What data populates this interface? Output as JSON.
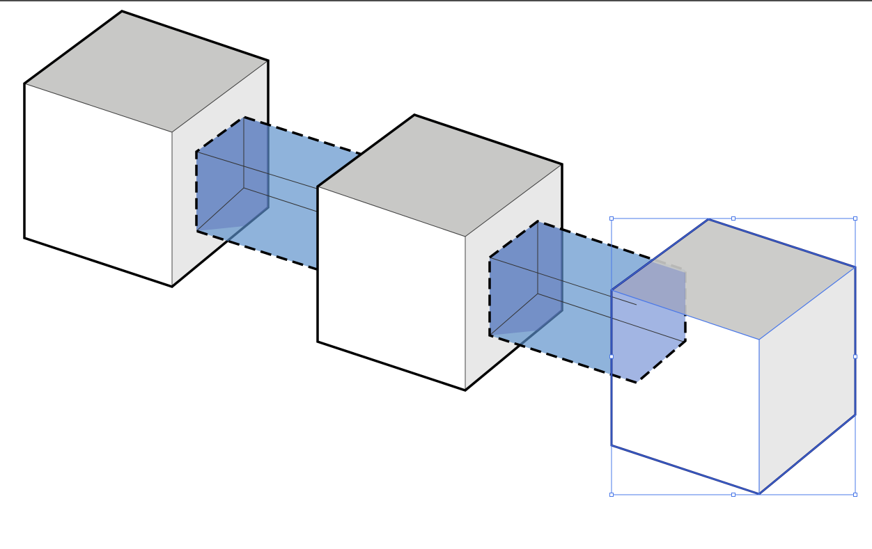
{
  "document": {
    "canvas_background": "#ffffff",
    "tool": "selection"
  },
  "colors": {
    "cube_top": "#c8c8c6",
    "cube_front": "#ffffff",
    "cube_side": "#e8e8e8",
    "cube_outline": "#000000",
    "tunnel_fill": "#5a8fca",
    "tunnel_overlap_fill": "#7d8ec9",
    "tunnel_outline": "#000000",
    "selection_color": "#4a78e8",
    "selected_path_color": "#1f2f8a"
  },
  "artwork": {
    "cubes": [
      {
        "name": "cube-left",
        "selected": false
      },
      {
        "name": "cube-middle",
        "selected": false
      },
      {
        "name": "cube-right",
        "selected": true
      }
    ],
    "connectors": [
      {
        "name": "connector-left-middle",
        "style": "dashed"
      },
      {
        "name": "connector-middle-right",
        "style": "dashed"
      }
    ]
  },
  "selection": {
    "active": true,
    "bounding_box_handles": 8,
    "target": "cube-right"
  }
}
